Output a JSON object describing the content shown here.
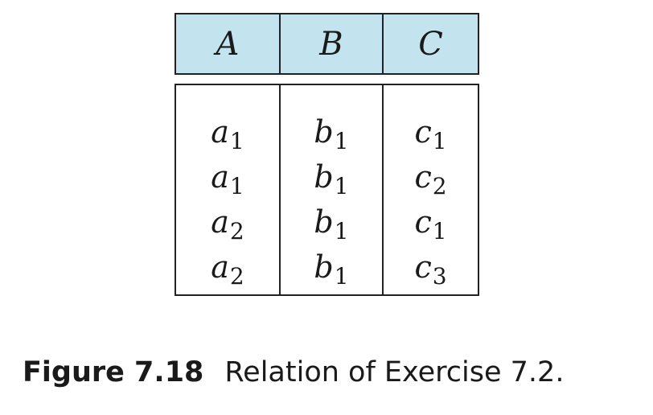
{
  "table": {
    "header_bg": "#c3e4ee",
    "border_color": "#222222",
    "columns": [
      "A",
      "B",
      "C"
    ],
    "rows": [
      [
        {
          "var": "a",
          "sub": "1"
        },
        {
          "var": "b",
          "sub": "1"
        },
        {
          "var": "c",
          "sub": "1"
        }
      ],
      [
        {
          "var": "a",
          "sub": "1"
        },
        {
          "var": "b",
          "sub": "1"
        },
        {
          "var": "c",
          "sub": "2"
        }
      ],
      [
        {
          "var": "a",
          "sub": "2"
        },
        {
          "var": "b",
          "sub": "1"
        },
        {
          "var": "c",
          "sub": "1"
        }
      ],
      [
        {
          "var": "a",
          "sub": "2"
        },
        {
          "var": "b",
          "sub": "1"
        },
        {
          "var": "c",
          "sub": "3"
        }
      ]
    ]
  },
  "caption": {
    "label": "Figure 7.18",
    "text": "Relation of Exercise 7.2."
  }
}
